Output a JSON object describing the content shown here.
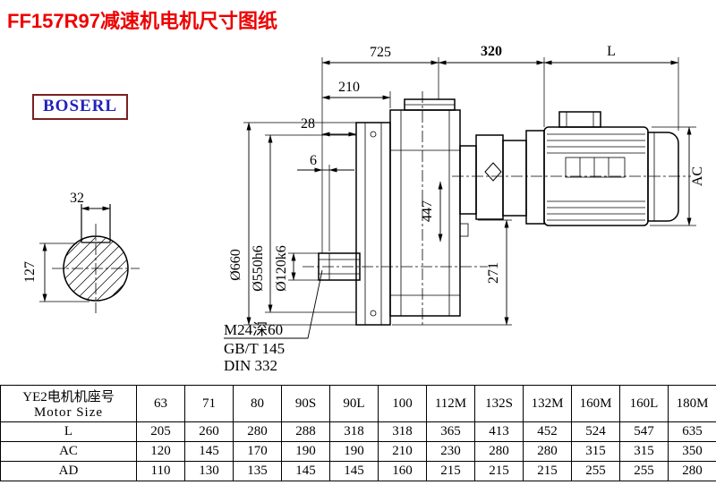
{
  "page": {
    "title": "FF157R97减速机电机尺寸图纸",
    "brand": "BOSERL"
  },
  "drawing": {
    "dim_725": "725",
    "dim_320": "320",
    "dim_L": "L",
    "dim_210": "210",
    "dim_28": "28",
    "dim_6": "6",
    "dim_32": "32",
    "dim_127": "127",
    "dim_dia660": "Ø660",
    "dim_dia550": "Ø550h6",
    "dim_dia120": "Ø120k6",
    "dim_447": "447",
    "dim_271": "271",
    "dim_AC": "AC",
    "note_thread": "M24深60",
    "note_gb": "GB/T 145",
    "note_din": "DIN 332"
  },
  "table": {
    "header_cn": "YE2电机机座号",
    "header_en": "Motor Size",
    "columns": [
      "63",
      "71",
      "80",
      "90S",
      "90L",
      "100",
      "112M",
      "132S",
      "132M",
      "160M",
      "160L",
      "180M"
    ],
    "rows": [
      {
        "label": "L",
        "values": [
          "205",
          "260",
          "280",
          "288",
          "318",
          "318",
          "365",
          "413",
          "452",
          "524",
          "547",
          "635"
        ]
      },
      {
        "label": "AC",
        "values": [
          "120",
          "145",
          "170",
          "190",
          "190",
          "210",
          "230",
          "280",
          "280",
          "315",
          "315",
          "350"
        ]
      },
      {
        "label": "AD",
        "values": [
          "110",
          "130",
          "135",
          "145",
          "145",
          "160",
          "215",
          "215",
          "215",
          "255",
          "255",
          "280"
        ]
      }
    ]
  },
  "colors": {
    "title": "#ee0000",
    "brand_text": "#2222bb",
    "brand_border": "#7a2020",
    "line": "#000000"
  }
}
